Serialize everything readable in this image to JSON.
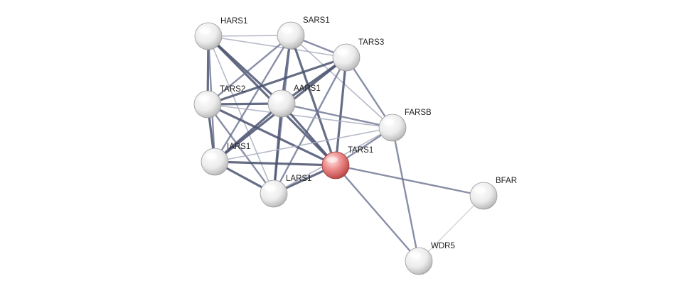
{
  "network": {
    "query_protein": "TARS1",
    "nodes": [
      {
        "id": "HARS1",
        "label": "HARS1",
        "query": false
      },
      {
        "id": "SARS1",
        "label": "SARS1",
        "query": false
      },
      {
        "id": "TARS3",
        "label": "TARS3",
        "query": false
      },
      {
        "id": "TARS2",
        "label": "TARS2",
        "query": false
      },
      {
        "id": "AARS1",
        "label": "AARS1",
        "query": false
      },
      {
        "id": "FARSB",
        "label": "FARSB",
        "query": false
      },
      {
        "id": "IARS1",
        "label": "IARS1",
        "query": false
      },
      {
        "id": "TARS1",
        "label": "TARS1",
        "query": true
      },
      {
        "id": "LARS1",
        "label": "LARS1",
        "query": false
      },
      {
        "id": "BFAR",
        "label": "BFAR",
        "query": false
      },
      {
        "id": "WDR5",
        "label": "WDR5",
        "query": false
      }
    ],
    "edges": [
      {
        "source": "HARS1",
        "target": "TARS2",
        "strength": 3
      },
      {
        "source": "HARS1",
        "target": "AARS1",
        "strength": 3
      },
      {
        "source": "HARS1",
        "target": "TARS1",
        "strength": 3
      },
      {
        "source": "HARS1",
        "target": "IARS1",
        "strength": 2
      },
      {
        "source": "HARS1",
        "target": "LARS1",
        "strength": 1
      },
      {
        "source": "HARS1",
        "target": "SARS1",
        "strength": 1
      },
      {
        "source": "HARS1",
        "target": "TARS3",
        "strength": 1
      },
      {
        "source": "SARS1",
        "target": "AARS1",
        "strength": 3
      },
      {
        "source": "SARS1",
        "target": "TARS1",
        "strength": 3
      },
      {
        "source": "SARS1",
        "target": "TARS3",
        "strength": 2
      },
      {
        "source": "SARS1",
        "target": "TARS2",
        "strength": 2
      },
      {
        "source": "SARS1",
        "target": "IARS1",
        "strength": 2
      },
      {
        "source": "SARS1",
        "target": "LARS1",
        "strength": 2
      },
      {
        "source": "SARS1",
        "target": "FARSB",
        "strength": 1
      },
      {
        "source": "TARS3",
        "target": "AARS1",
        "strength": 3
      },
      {
        "source": "TARS3",
        "target": "TARS1",
        "strength": 3
      },
      {
        "source": "TARS3",
        "target": "TARS2",
        "strength": 3
      },
      {
        "source": "TARS3",
        "target": "FARSB",
        "strength": 2
      },
      {
        "source": "TARS3",
        "target": "IARS1",
        "strength": 3
      },
      {
        "source": "TARS3",
        "target": "LARS1",
        "strength": 2
      },
      {
        "source": "TARS2",
        "target": "AARS1",
        "strength": 3
      },
      {
        "source": "TARS2",
        "target": "IARS1",
        "strength": 3
      },
      {
        "source": "TARS2",
        "target": "TARS1",
        "strength": 3
      },
      {
        "source": "TARS2",
        "target": "LARS1",
        "strength": 2
      },
      {
        "source": "TARS2",
        "target": "FARSB",
        "strength": 1
      },
      {
        "source": "AARS1",
        "target": "TARS1",
        "strength": 3
      },
      {
        "source": "AARS1",
        "target": "IARS1",
        "strength": 3
      },
      {
        "source": "AARS1",
        "target": "LARS1",
        "strength": 3
      },
      {
        "source": "AARS1",
        "target": "FARSB",
        "strength": 2
      },
      {
        "source": "IARS1",
        "target": "TARS1",
        "strength": 3
      },
      {
        "source": "IARS1",
        "target": "LARS1",
        "strength": 3
      },
      {
        "source": "IARS1",
        "target": "FARSB",
        "strength": 1
      },
      {
        "source": "LARS1",
        "target": "TARS1",
        "strength": 3
      },
      {
        "source": "LARS1",
        "target": "FARSB",
        "strength": 1
      },
      {
        "source": "FARSB",
        "target": "TARS1",
        "strength": 2
      },
      {
        "source": "FARSB",
        "target": "WDR5",
        "strength": 2
      },
      {
        "source": "TARS1",
        "target": "BFAR",
        "strength": 2
      },
      {
        "source": "TARS1",
        "target": "WDR5",
        "strength": 2
      },
      {
        "source": "BFAR",
        "target": "WDR5",
        "strength": 0
      }
    ]
  },
  "colors": {
    "node_default": "#e4e4e4",
    "node_query": "#e07878",
    "edge_strong": "#4a5270",
    "edge_medium": "#6a7290",
    "edge_weak": "#a9aec0",
    "edge_faint": "#c8cad4",
    "label": "#222222"
  }
}
